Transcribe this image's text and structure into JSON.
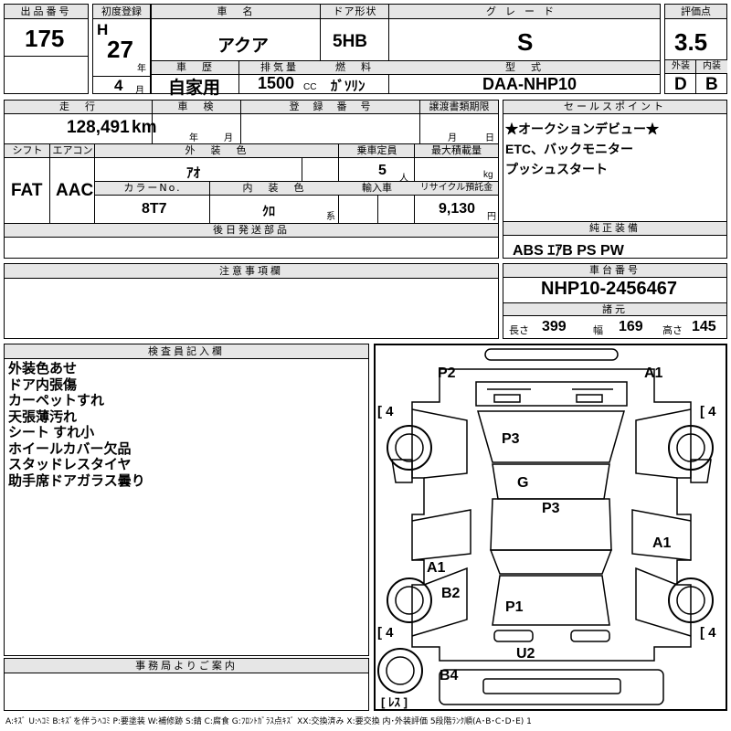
{
  "top": {
    "lot_label": "出品番号",
    "lot_no": "175",
    "first_reg_label": "初度登録",
    "era": "H",
    "year": "27",
    "year_unit": "年",
    "month": "4",
    "month_unit": "月",
    "car_name_label": "車　名",
    "car_name": "アクア",
    "door_label": "ドア形状",
    "door": "5HB",
    "grade_label": "グレード",
    "grade": "S",
    "score_label": "評価点",
    "score": "3.5",
    "history_label": "車　歴",
    "history": "自家用",
    "displacement_label": "排気量",
    "displacement": "1500",
    "cc": "CC",
    "fuel_label": "燃　料",
    "fuel": "ｶﾞｿﾘﾝ",
    "model_label": "型　式",
    "model": "DAA-NHP10",
    "ext_label": "外装",
    "ext_grade": "D",
    "int_label": "内装",
    "int_grade": "B"
  },
  "row2": {
    "mileage_label": "走　行",
    "mileage": "128,491",
    "km": "km",
    "inspection_label": "車　検",
    "insp_year": "年",
    "insp_month": "月",
    "regno_label": "登　録　番　号",
    "transfer_label": "譲渡書類期限",
    "tr_month": "月",
    "tr_day": "日",
    "shift_label": "シフト",
    "shift": "FAT",
    "ac_label": "エアコン",
    "ac": "AAC",
    "color_label": "外　装　色",
    "color": "ｱｵ",
    "seats_label": "乗車定員",
    "seats": "5",
    "seats_unit": "人",
    "load_label": "最大積載量",
    "load_unit": "kg",
    "colorno_label": "カラーNo.",
    "colorno": "8T7",
    "interior_label": "内　装　色",
    "interior": "ｸﾛ",
    "interior_unit": "系",
    "import_label": "輸入車",
    "recycle_label": "リサイクル預託金",
    "recycle": "9,130",
    "recycle_unit": "円",
    "later_label": "後日発送部品"
  },
  "sales": {
    "label": "セールスポイント",
    "lines": [
      "★オークションデビュー★",
      "ETC、バックモニター",
      "プッシュスタート"
    ]
  },
  "equipment": {
    "label": "純正装備",
    "value": "ABS ｴｱB PS PW"
  },
  "notes": {
    "label": "注意事項欄"
  },
  "chassis": {
    "label": "車台番号",
    "value": "NHP10-2456467"
  },
  "specs": {
    "label": "諸元",
    "length_label": "長さ",
    "length": "399",
    "width_label": "幅",
    "width": "169",
    "height_label": "高さ",
    "height": "145"
  },
  "inspector": {
    "label": "検査員記入欄",
    "lines": [
      "外装色あせ",
      "ドア内張傷",
      "カーペットすれ",
      "天張薄汚れ",
      "シート すれ小",
      "ホイールカバー欠品",
      "スタッドレスタイヤ",
      "助手席ドアガラス曇り"
    ]
  },
  "office": {
    "label": "事務局よりご案内"
  },
  "diagram": {
    "marks": {
      "p2": "P2",
      "a1_top": "A1",
      "p3_roof": "P3",
      "g": "G",
      "p3_main": "P3",
      "a1_right": "A1",
      "a1_left": "A1",
      "b2": "B2",
      "p1": "P1",
      "u2": "U2",
      "b4": "B4"
    },
    "tires": {
      "fl": "4",
      "fr": "4",
      "rl": "4",
      "rr": "4",
      "spare": "ﾚｽ"
    }
  },
  "legend": "A:ｷｽﾞ U:ﾍｺﾐ B:ｷｽﾞを伴うﾍｺﾐ P:要塗装 W:補修跡 S:錆 C:腐食 G:ﾌﾛﾝﾄｶﾞﾗｽ点ｷｽﾞ XX:交換済み X:要交換  内･外装評価 5段階ﾗﾝｸ順(A･B･C･D･E) 1",
  "colors": {
    "header_bg": "#e6e6e6",
    "line": "#000000"
  }
}
